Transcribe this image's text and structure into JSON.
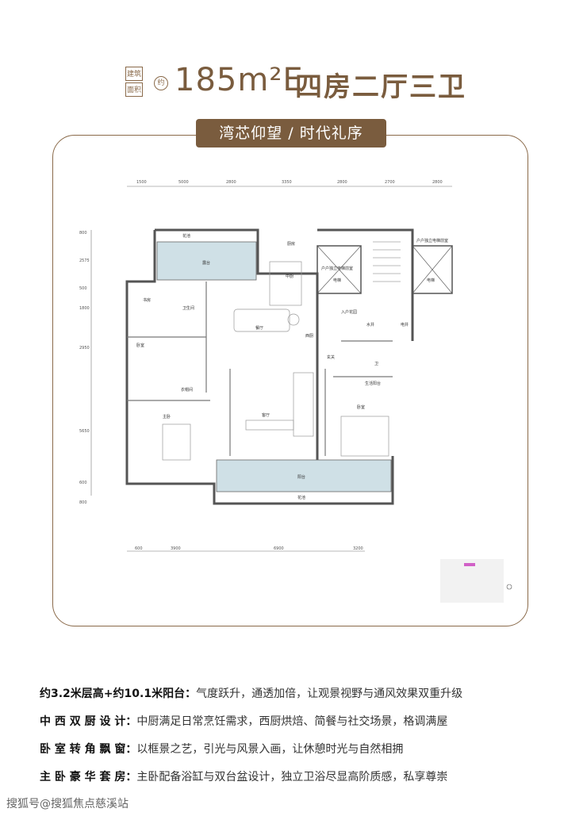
{
  "header": {
    "badge_top_left": "建筑",
    "badge_bottom_left": "面积",
    "badge_circle": "约",
    "area": "185m²E",
    "room_type": "四房二厅三卫"
  },
  "slogan": "湾芯仰望 / 时代礼序",
  "plan": {
    "top_dims": [
      "1500",
      "5000",
      "2800",
      "3350",
      "2800",
      "2700",
      "2800"
    ],
    "left_dims": [
      "800",
      "2575",
      "500",
      "1800",
      "2950",
      "5650",
      "600",
      "800"
    ],
    "bottom_dims": [
      "600",
      "3900",
      "6900",
      "3200"
    ],
    "rooms": {
      "garden_top": "花池",
      "terrace": "露台",
      "kitchen": "厨房",
      "middle_kitchen": "中厨",
      "dining": "餐厅",
      "western_kitchen": "西厨",
      "entrance_garden": "入户花园",
      "foyer": "玄关",
      "living": "客厅",
      "bedroom1": "卧室",
      "bedroom2": "卧室",
      "cloakroom": "衣帽间",
      "bathroom": "卫生间",
      "master": "主卧",
      "balcony": "阳台",
      "garden_bottom": "花池",
      "study": "书房",
      "elevator_hall_left": "户户独立电梯前室",
      "elevator_hall_right": "户户独立电梯前室",
      "lift_left": "电梯",
      "lift_right": "电梯",
      "cupboard1": "水井",
      "cupboard2": "电井",
      "laundry": "生活阳台",
      "bath_small": "卫"
    }
  },
  "features": [
    {
      "label": "约3.2米层高+约10.1米阳台：",
      "desc": "气度跃升，通透加倍，让观景视野与通风效果双重升级"
    },
    {
      "label": "中 西 双 厨 设 计：",
      "desc": "中厨满足日常烹饪需求，西厨烘焙、简餐与社交场景，格调满屋"
    },
    {
      "label": "卧 室 转 角 飘 窗：",
      "desc": "以框景之艺，引光与风景入画，让休憩时光与自然相拥"
    },
    {
      "label": "主 卧 豪 华 套 房：",
      "desc": "主卧配备浴缸与双台盆设计，独立卫浴尽显高阶质感，私享尊崇"
    }
  ],
  "watermark": "搜狐号@搜狐焦点慈溪站",
  "colors": {
    "brand": "#7a5c3e",
    "terrace_fill": "#cfe0e6"
  }
}
